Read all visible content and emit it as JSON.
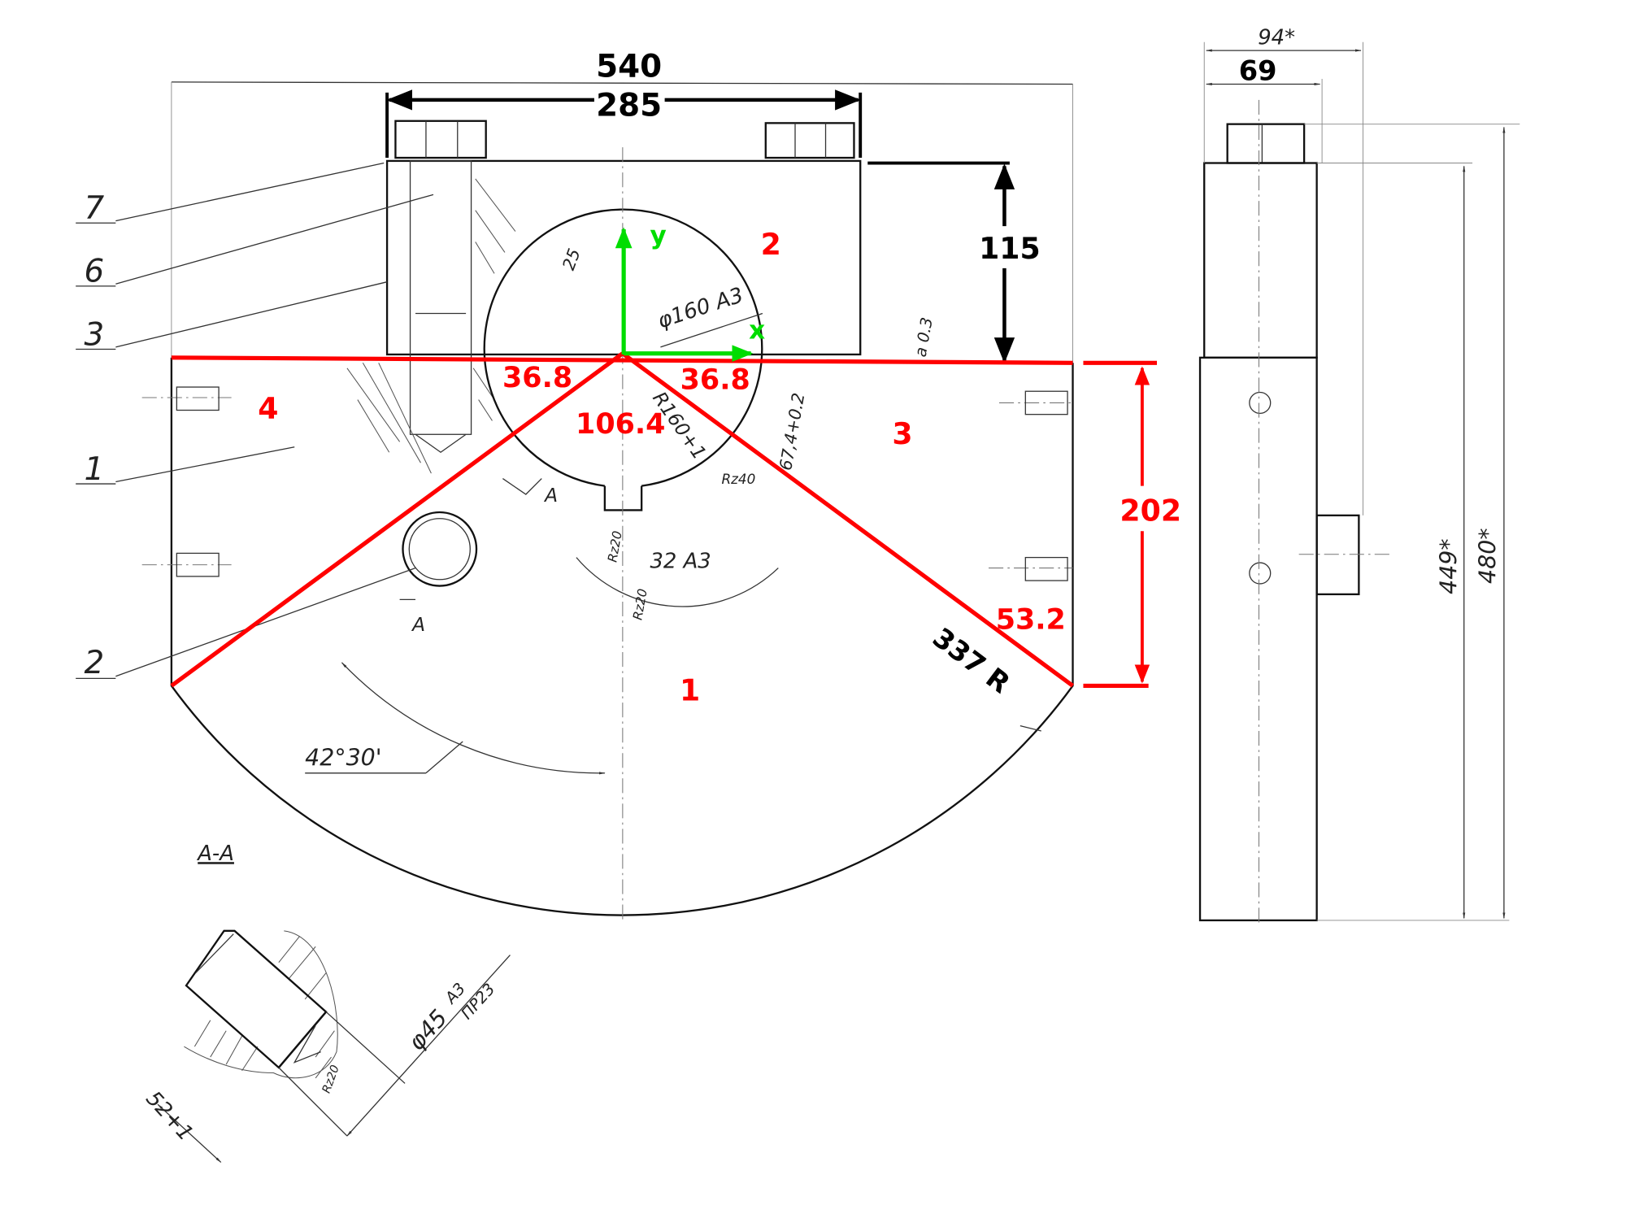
{
  "colors": {
    "annotation_red": "#ff0000",
    "axis_green": "#00dd00",
    "ink": "#111111"
  },
  "dimensions_bold": {
    "overall_width": "540",
    "bolt_span": "285",
    "cap_height": "115",
    "side_height": "202",
    "side_width": "69",
    "radius": "337 R"
  },
  "region_labels": {
    "r1": "1",
    "r2": "2",
    "r3": "3",
    "r4": "4"
  },
  "angle_labels": {
    "left": "36.8",
    "right": "36.8",
    "center": "106.4",
    "outer": "53.2"
  },
  "axes": {
    "x": "x",
    "y": "y"
  },
  "part_leaders": [
    "7",
    "6",
    "3",
    "1",
    "2"
  ],
  "handwritten": {
    "bore": "φ160 A3",
    "bore_radius": "R160+1",
    "roughness_25": "25",
    "bore_offset": "67,4+0.2",
    "rz40": "Rz40",
    "rz20_a": "Rz20",
    "rz20_b": "Rz20",
    "keyway": "32 A3",
    "gap": "a 0.3",
    "angle": "42°30'",
    "section_mark_1": "A",
    "section_mark_2": "A",
    "section_title": "A-A",
    "width_94": "94*",
    "height_449": "449*",
    "height_480": "480*",
    "pin_diameter": "φ45",
    "pin_fit_top": "A3",
    "pin_fit_bottom": "ПР23",
    "pin_length": "52+1",
    "pin_roughness": "Rz20"
  }
}
